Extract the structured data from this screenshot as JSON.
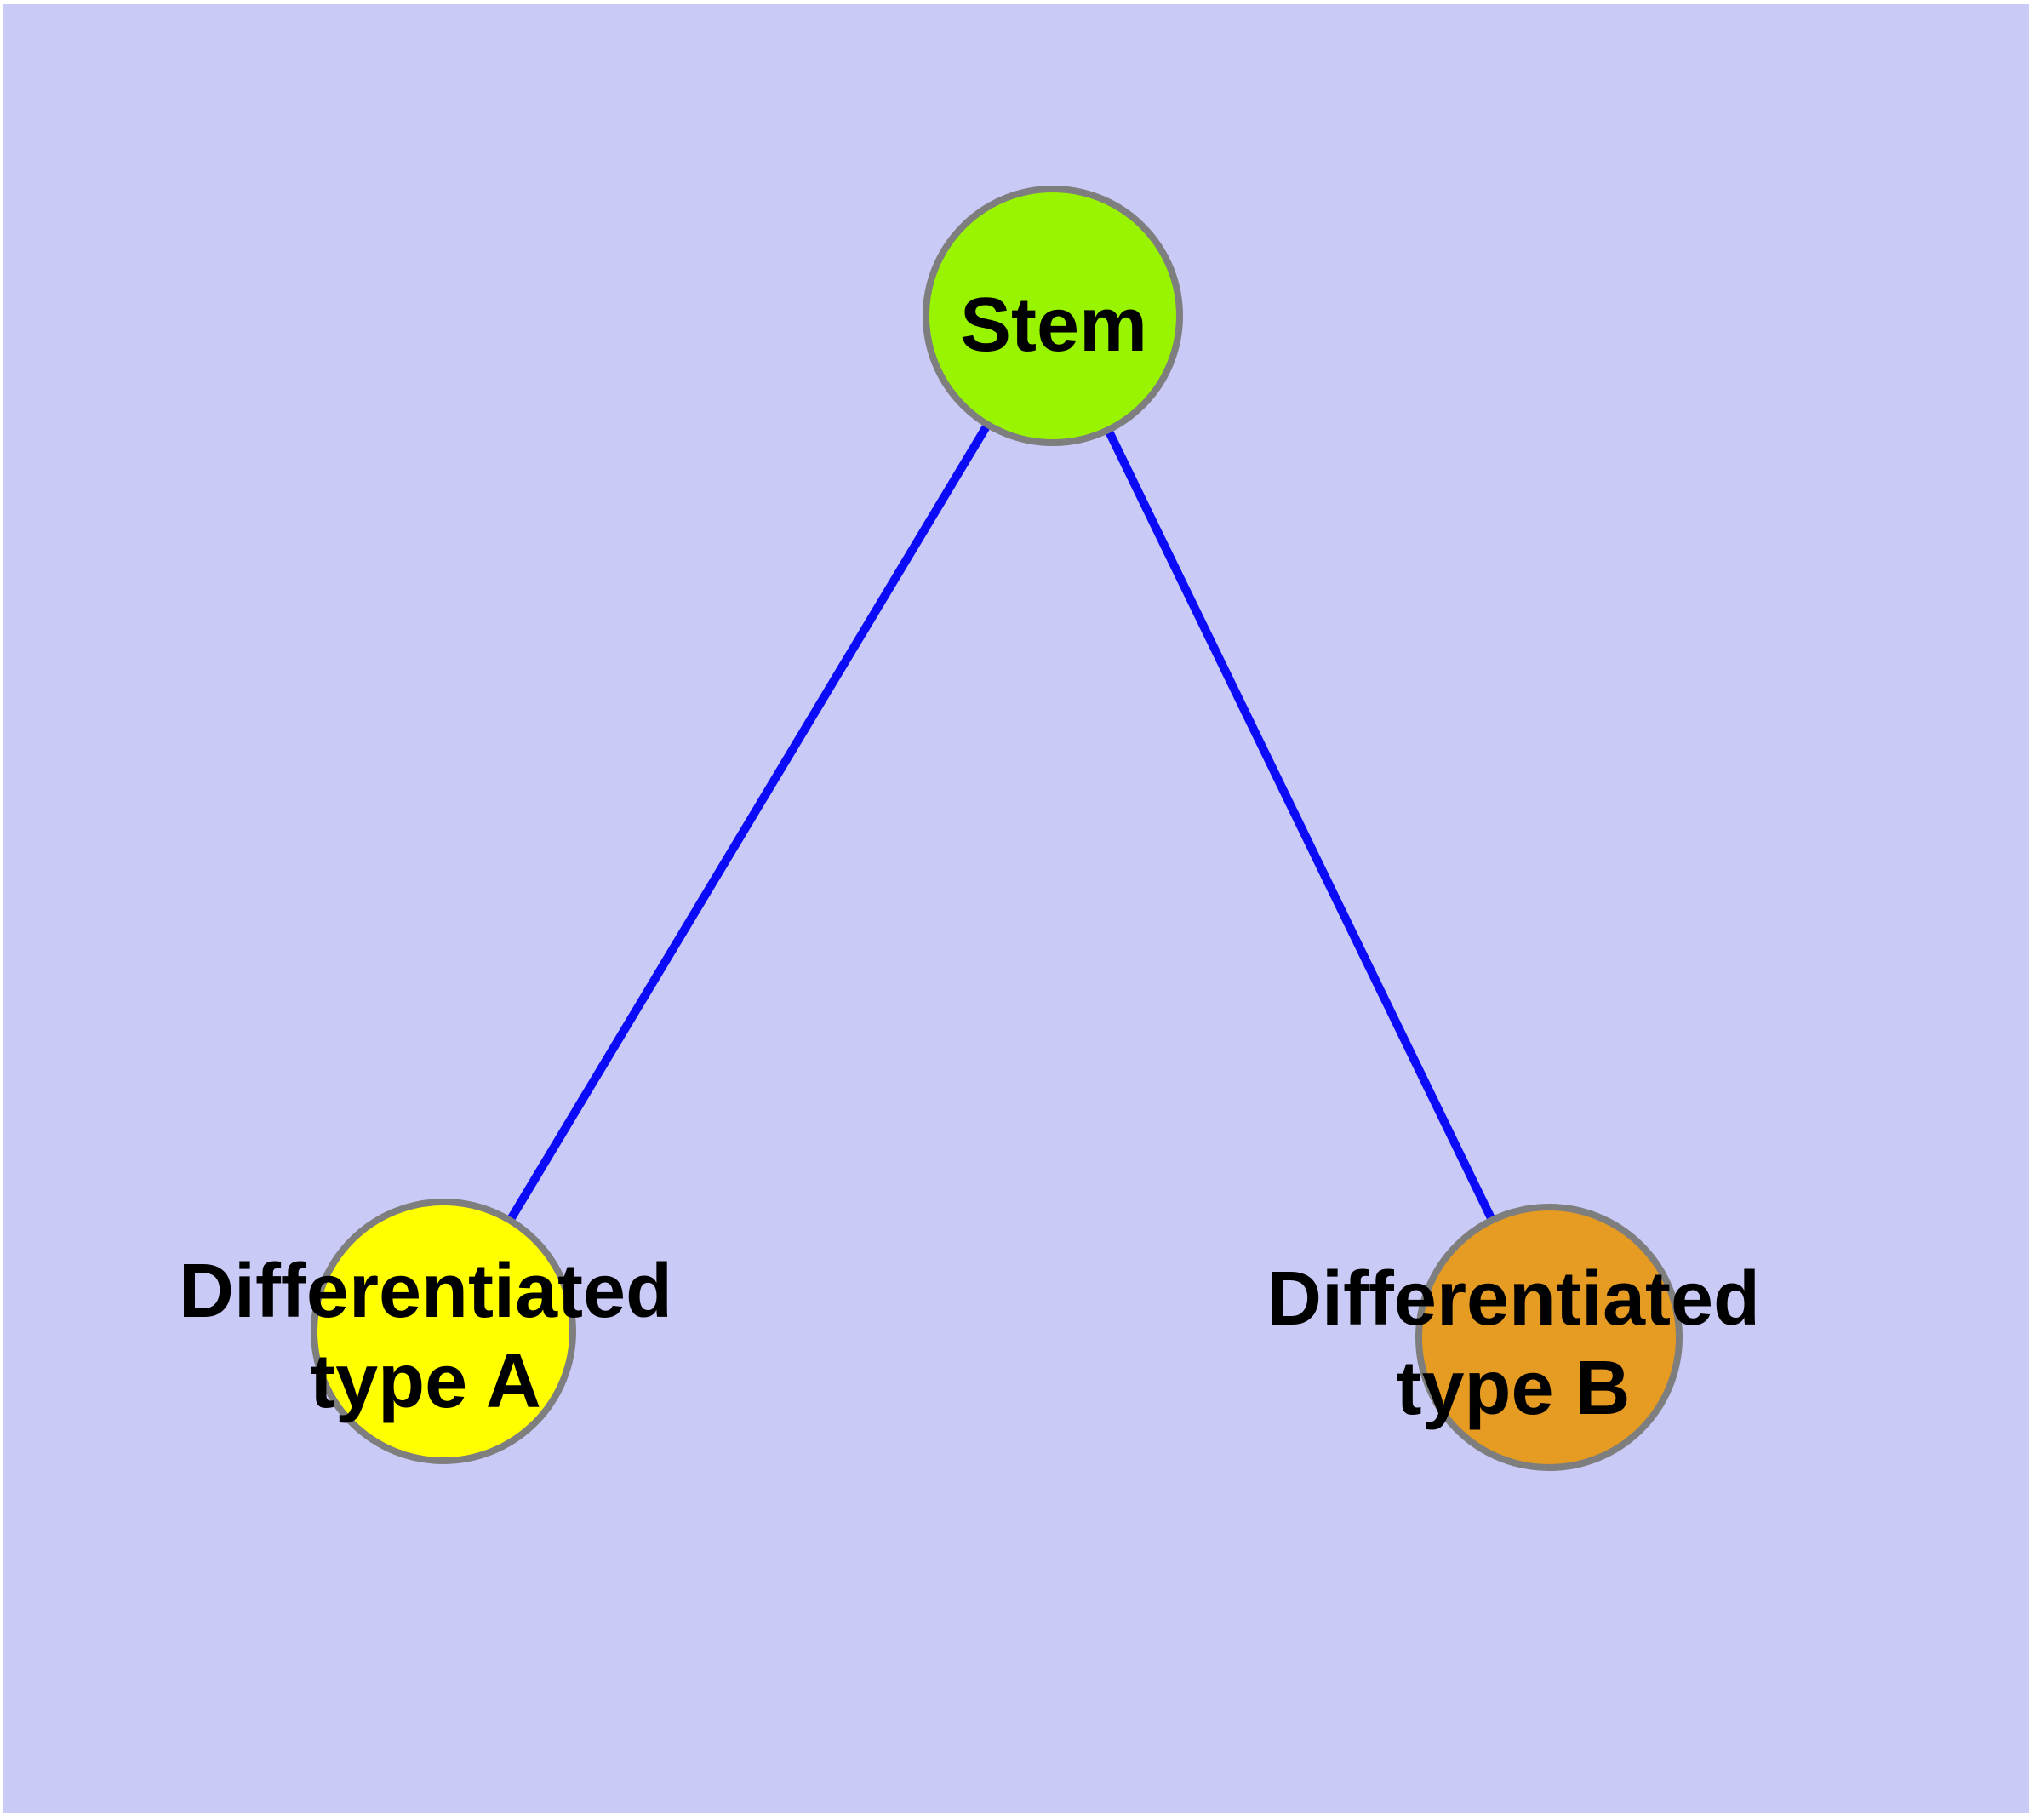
{
  "diagram": {
    "page_background": "#FFFFFF",
    "background": "#CACAF7",
    "edge_color": "#0B0BF7",
    "node_border_color": "#7E7E7E",
    "label_color": "#000000",
    "nodes": [
      {
        "id": "stem",
        "label": "Stem",
        "fill": "#98F400"
      },
      {
        "id": "differentiated-type-a",
        "label_line1": "Differentiated",
        "label_line2": "type A",
        "fill": "#FFFF00"
      },
      {
        "id": "differentiated-type-b",
        "label_line1": "Differentiated",
        "label_line2": "type B",
        "fill": "#E69B23"
      }
    ],
    "edges": [
      {
        "from": "Stem",
        "to": "Differentiated type A"
      },
      {
        "from": "Stem",
        "to": "Differentiated type B"
      }
    ]
  }
}
